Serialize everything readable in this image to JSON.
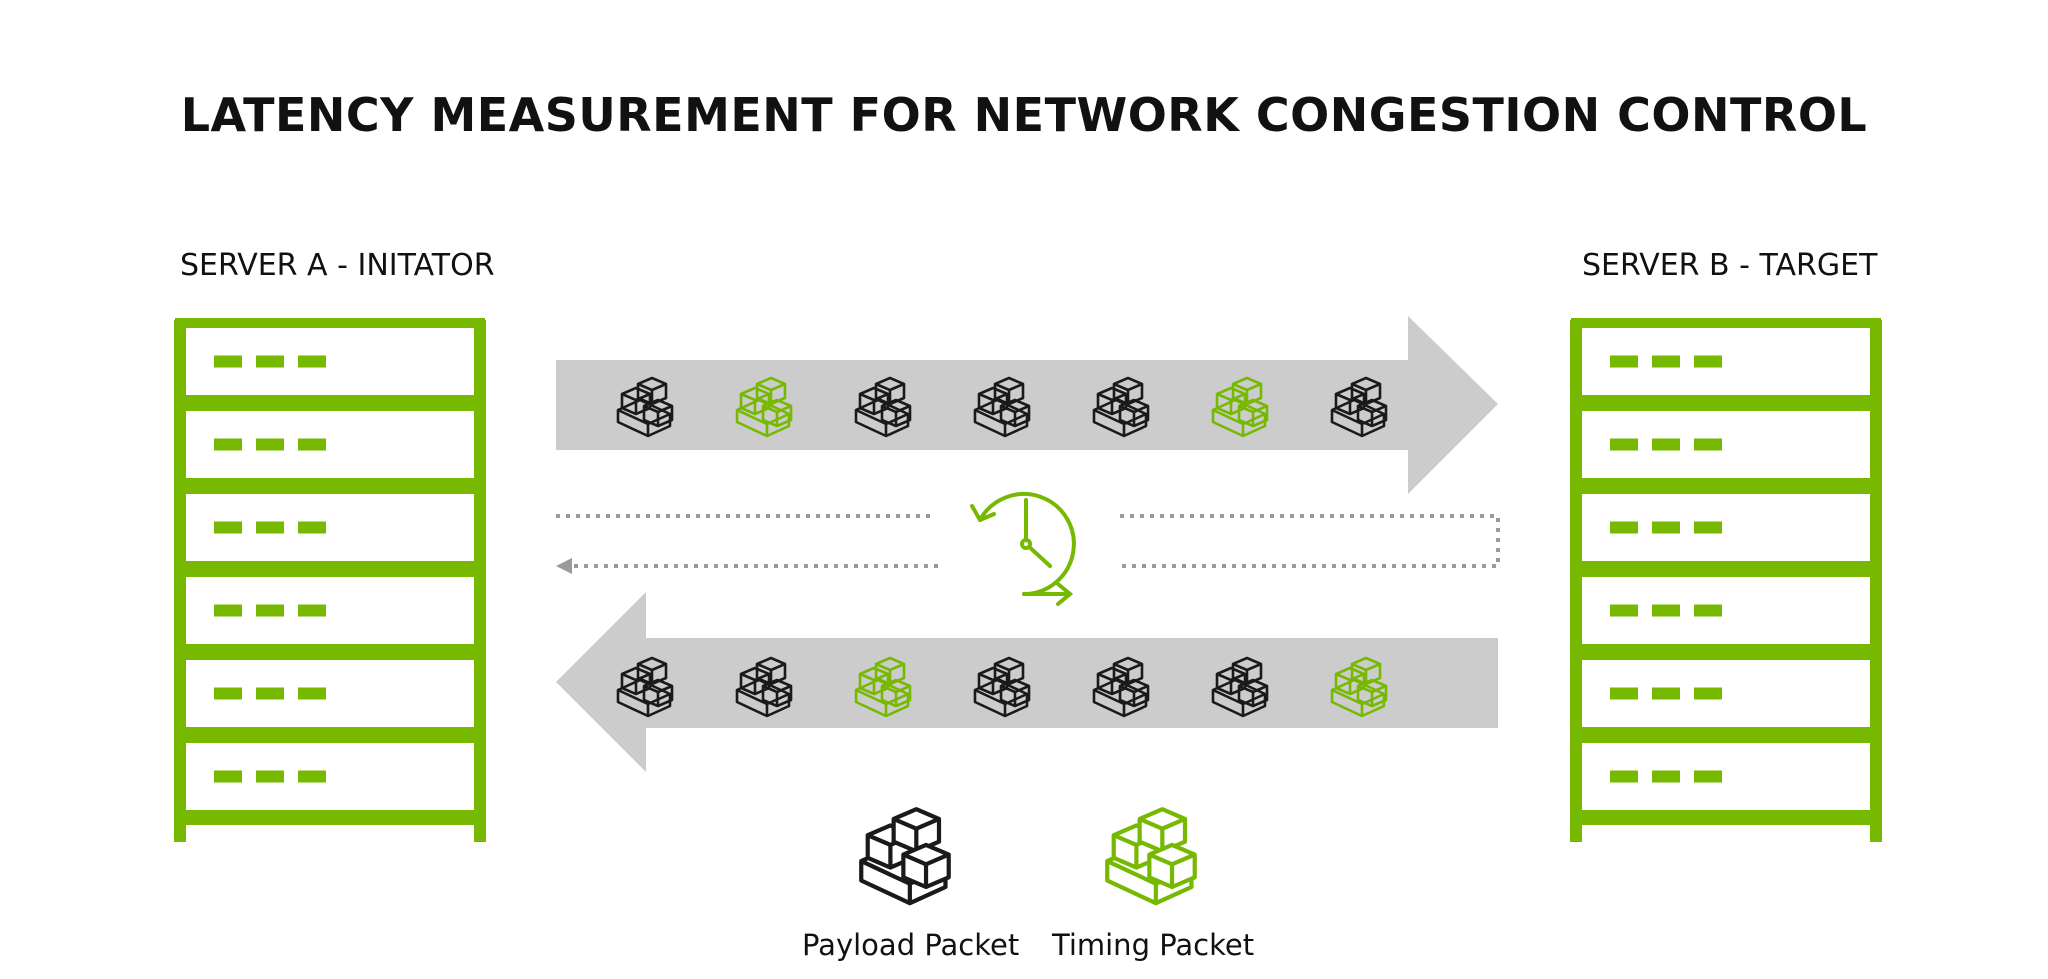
{
  "title": "LATENCY MEASUREMENT FOR NETWORK CONGESTION CONTROL",
  "servers": {
    "initiator": {
      "label": "SERVER A - INITATOR",
      "slots": 6
    },
    "target": {
      "label": "SERVER B - TARGET",
      "slots": 6
    }
  },
  "flows": {
    "forward": {
      "direction": "right",
      "packets": [
        "payload",
        "timing",
        "payload",
        "payload",
        "payload",
        "timing",
        "payload"
      ]
    },
    "return": {
      "direction": "left",
      "packets": [
        "payload",
        "payload",
        "timing",
        "payload",
        "payload",
        "payload",
        "timing"
      ]
    }
  },
  "center_icon": "clock-cycle-icon",
  "legend": {
    "payload": {
      "label": "Payload Packet",
      "icon": "payload-packet-icon"
    },
    "timing": {
      "label": "Timing Packet",
      "icon": "timing-packet-icon"
    }
  },
  "colors": {
    "accent": "#76b900",
    "arrow": "#cccccc",
    "dotted": "#9a9a9a",
    "payload": "#1a1a1a"
  }
}
